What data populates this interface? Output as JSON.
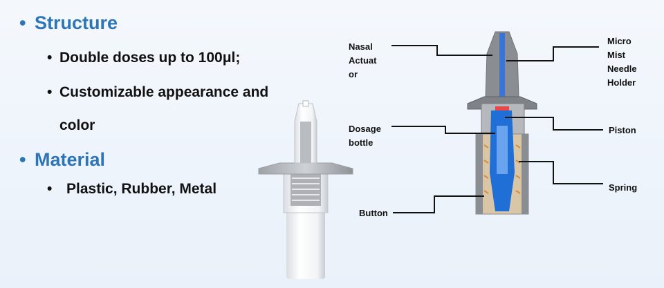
{
  "bullets": {
    "structure": {
      "heading": "Structure",
      "items": [
        "Double doses up to 100μl;",
        "Customizable appearance and",
        "color"
      ]
    },
    "material": {
      "heading": "Material",
      "items": [
        "Plastic, Rubber, Metal"
      ]
    }
  },
  "diagram": {
    "labels": {
      "nasal_actuator": [
        "Nasal",
        "Actuat",
        "or"
      ],
      "micro_mist": [
        "Micro",
        "Mist",
        "Needle",
        "Holder"
      ],
      "dosage_bottle": [
        "Dosage",
        "bottle"
      ],
      "piston": "Piston",
      "spring": "Spring",
      "button": "Button"
    }
  },
  "colors": {
    "heading_blue": "#2e75b6",
    "fluid_blue": "#1f6fd6",
    "piston_red": "#e8484a",
    "housing_gray": "#8a8d91"
  }
}
